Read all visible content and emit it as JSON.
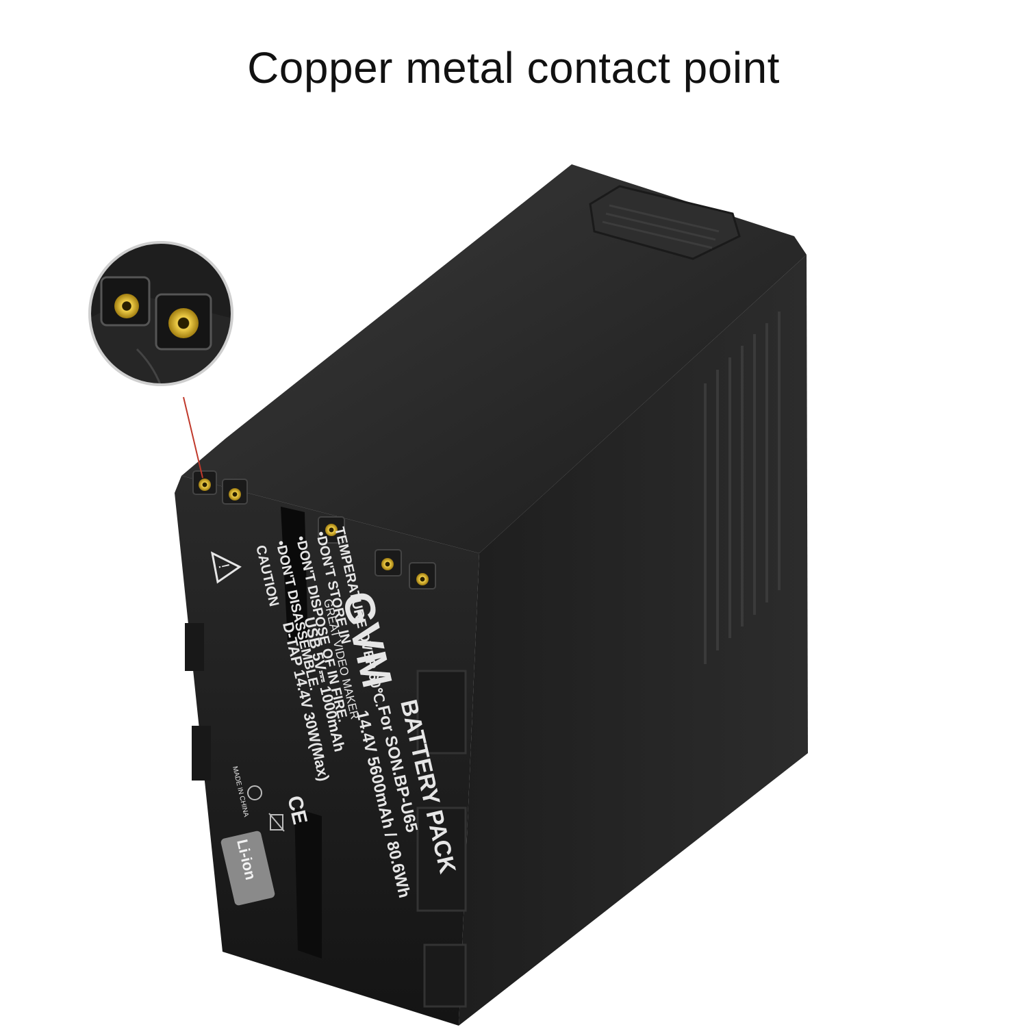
{
  "heading": "Copper metal contact point",
  "label": {
    "brand": "GVM",
    "brand_tagline": "GREAT VIDEO MAKER",
    "product": "BATTERY PACK",
    "compat": "For SON.BP-U65",
    "rating": "14.4V 5600mAh / 80.6Wh",
    "usb": "USB   5V⎓ 1000mAh",
    "dtap": "D-TAP 14.4V 30W(Max)",
    "caution_title": "CAUTION",
    "caution_1": "•DON'T DISASSEMBLE.",
    "caution_2": "•DON'T DISPOSE OF IN FIRE.",
    "caution_3": "•DON'T STORE IN",
    "caution_4": "TEMPERATURE OVER 60℃.",
    "ce_mark": "CE",
    "origin": "MADE IN CHINA",
    "chemistry": "Li-ion"
  },
  "colors": {
    "background": "#ffffff",
    "battery_body": "#242424",
    "contact_gold": "#c9a227",
    "callout_line": "#c0392b"
  }
}
